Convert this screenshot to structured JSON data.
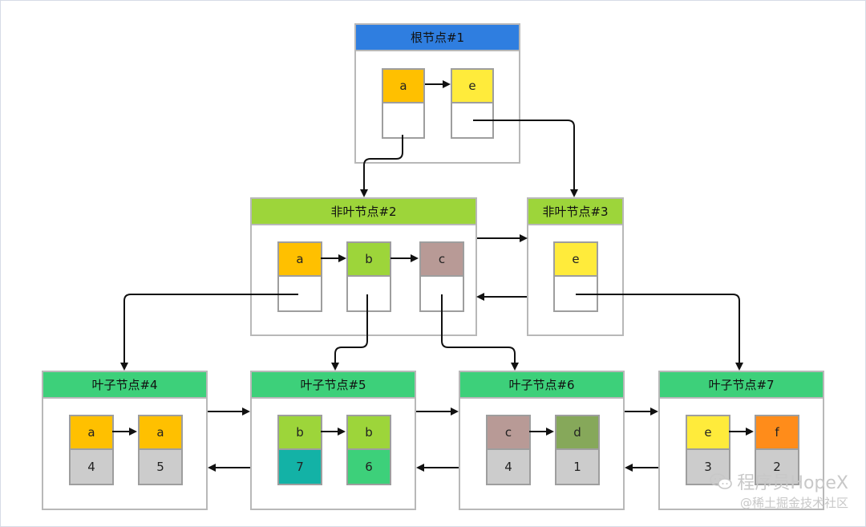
{
  "nodes": {
    "root1": {
      "title": "根节点#1",
      "color": "#2f7ee0"
    },
    "nonleaf2": {
      "title": "非叶节点#2",
      "color": "#9dd53a"
    },
    "nonleaf3": {
      "title": "非叶节点#3",
      "color": "#9dd53a"
    },
    "leaf4": {
      "title": "叶子节点#4",
      "color": "#3dd07a"
    },
    "leaf5": {
      "title": "叶子节点#5",
      "color": "#3dd07a"
    },
    "leaf6": {
      "title": "叶子节点#6",
      "color": "#3dd07a"
    },
    "leaf7": {
      "title": "叶子节点#7",
      "color": "#3dd07a"
    }
  },
  "cells": {
    "r1a": {
      "key": "a",
      "val": "",
      "key_color": "#ffc000",
      "val_color": "#ffffff"
    },
    "r1e": {
      "key": "e",
      "val": "",
      "key_color": "#ffeb3b",
      "val_color": "#ffffff"
    },
    "n2a": {
      "key": "a",
      "val": "",
      "key_color": "#ffc000",
      "val_color": "#ffffff"
    },
    "n2b": {
      "key": "b",
      "val": "",
      "key_color": "#9dd53a",
      "val_color": "#ffffff"
    },
    "n2c": {
      "key": "c",
      "val": "",
      "key_color": "#b89a96",
      "val_color": "#ffffff"
    },
    "n3e": {
      "key": "e",
      "val": "",
      "key_color": "#ffeb3b",
      "val_color": "#ffffff"
    },
    "l4a1": {
      "key": "a",
      "val": "4",
      "key_color": "#ffc000",
      "val_color": "#cccccc"
    },
    "l4a2": {
      "key": "a",
      "val": "5",
      "key_color": "#ffc000",
      "val_color": "#cccccc"
    },
    "l5b1": {
      "key": "b",
      "val": "7",
      "key_color": "#9dd53a",
      "val_color": "#13b2a6"
    },
    "l5b2": {
      "key": "b",
      "val": "6",
      "key_color": "#9dd53a",
      "val_color": "#3dd07a"
    },
    "l6c": {
      "key": "c",
      "val": "4",
      "key_color": "#b89a96",
      "val_color": "#cccccc"
    },
    "l6d": {
      "key": "d",
      "val": "1",
      "key_color": "#86a85a",
      "val_color": "#cccccc"
    },
    "l7e": {
      "key": "e",
      "val": "3",
      "key_color": "#ffeb3b",
      "val_color": "#cccccc"
    },
    "l7f": {
      "key": "f",
      "val": "2",
      "key_color": "#ff8c1a",
      "val_color": "#cccccc"
    }
  },
  "watermark": {
    "line1": "程序员HopeX",
    "line2": "@稀土掘金技术社区",
    "icon": "wechat-icon"
  }
}
